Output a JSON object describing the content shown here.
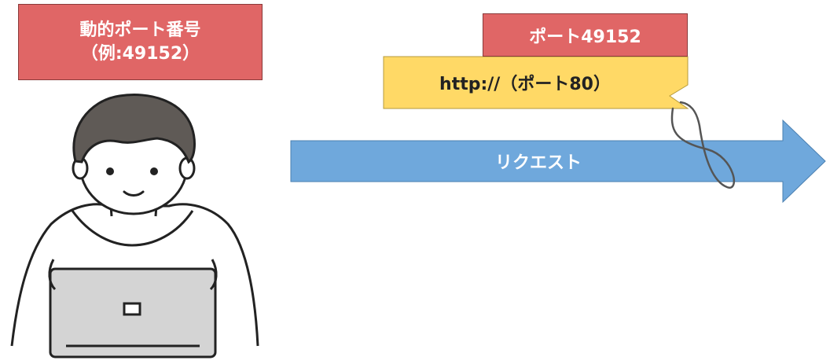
{
  "dynamic_port_box": {
    "line1": "動的ポート番号",
    "line2": "（例:49152）"
  },
  "port_tag": {
    "label": "ポート49152"
  },
  "packet": {
    "url_label": "http://（ポート80）"
  },
  "request_arrow": {
    "label": "リクエスト"
  },
  "colors": {
    "red_box": "#e06666",
    "packet_yellow": "#ffd966",
    "arrow_blue": "#6fa8dc"
  },
  "icons": [
    "person-at-laptop-illustration",
    "string-loop-icon"
  ]
}
